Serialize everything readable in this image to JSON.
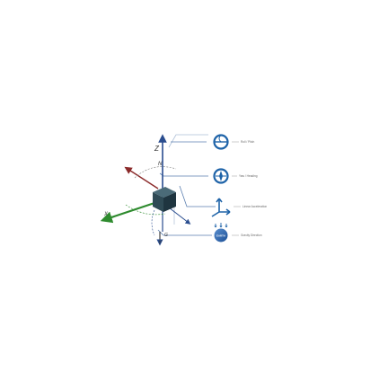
{
  "diagram": {
    "axes": {
      "z_label": "Z",
      "n_label": "N",
      "x_label": "X",
      "y_label": "Y",
      "g_label": "G"
    },
    "legend": [
      {
        "label": "Roll / Pitch",
        "icon": "roll-pitch-icon"
      },
      {
        "label": "Yaw / Heading",
        "icon": "yaw-heading-icon"
      },
      {
        "label": "Linear Acceleration",
        "icon": "linear-acceleration-icon"
      },
      {
        "label": "Gravity Direction",
        "icon": "gravity-earth-icon"
      }
    ],
    "earth_text": "EARTH",
    "colors": {
      "z_axis": "#2a4d8f",
      "x_axis": "#2e8b2e",
      "n_axis": "#8b2a2a",
      "connector": "#5b7fb0",
      "cube": "#2f4a55",
      "icon_blue": "#1e63a8"
    }
  }
}
